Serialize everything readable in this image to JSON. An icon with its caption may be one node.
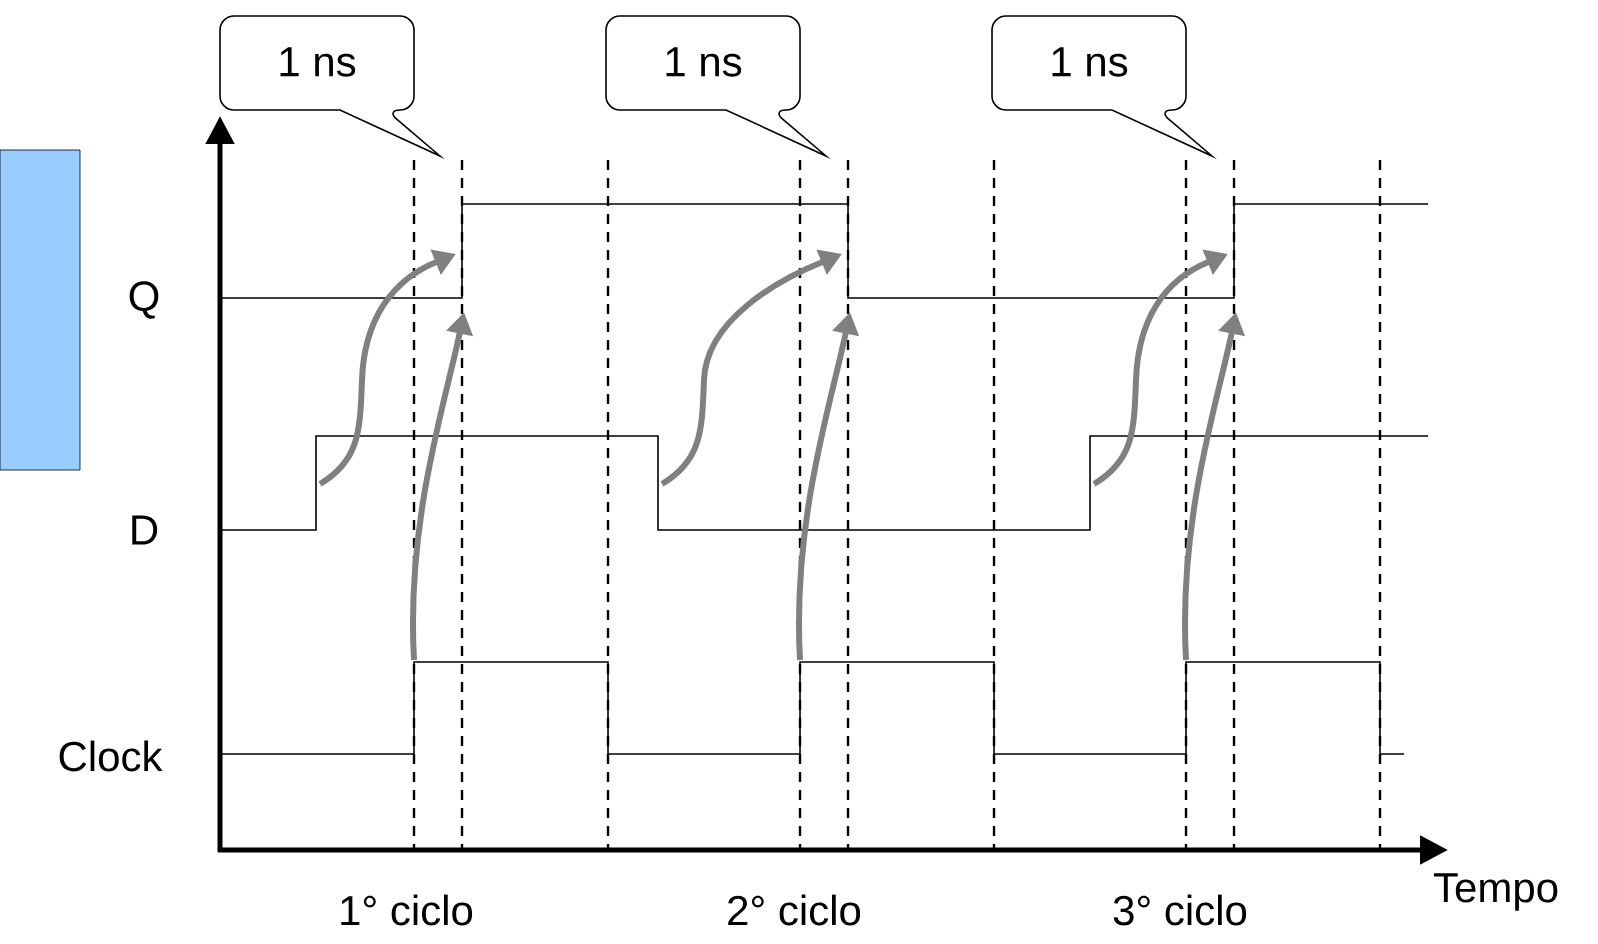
{
  "diagram": {
    "nodes": [
      {
        "text": [],
        "shape": "box"
      },
      {
        "text": [
          "1 ns"
        ]
      },
      {
        "text": [
          "1 ns"
        ]
      },
      {
        "text": [
          "1 ns"
        ]
      }
    ],
    "labels": [
      "Q",
      "D",
      "Clock",
      "1° ciclo",
      "2° ciclo",
      "3° ciclo",
      "Tempo"
    ]
  }
}
